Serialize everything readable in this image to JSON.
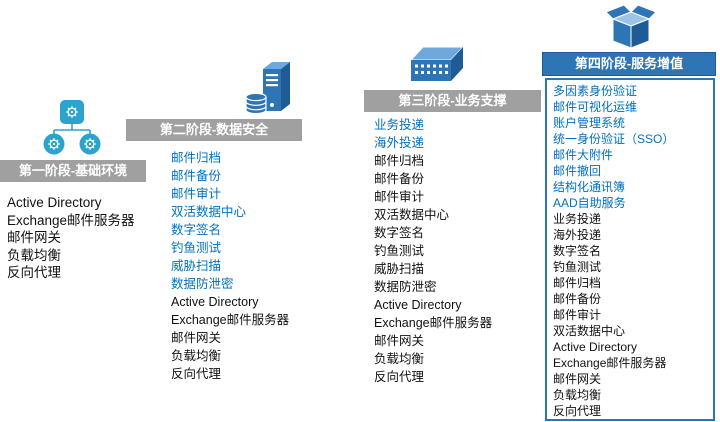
{
  "colors": {
    "accent_text": "#0070C0",
    "body_text": "#111111",
    "header_gray": "#A0A0A0",
    "header_blue": "#2E75B6",
    "icon_blue": "#2E75B6",
    "icon_teal": "#2BA3CC"
  },
  "phases": [
    {
      "title": "第一阶段-基础环境",
      "icon": "gear-network-icon",
      "items": [
        {
          "text": "Active Directory",
          "accent": false
        },
        {
          "text": "Exchange邮件服务器",
          "accent": false
        },
        {
          "text": "邮件网关",
          "accent": false
        },
        {
          "text": "负载均衡",
          "accent": false
        },
        {
          "text": "反向代理",
          "accent": false
        }
      ]
    },
    {
      "title": "第二阶段-数据安全",
      "icon": "server-database-icon",
      "items": [
        {
          "text": "邮件归档",
          "accent": true
        },
        {
          "text": "邮件备份",
          "accent": true
        },
        {
          "text": "邮件审计",
          "accent": true
        },
        {
          "text": "双活数据中心",
          "accent": true
        },
        {
          "text": "数字签名",
          "accent": true
        },
        {
          "text": "钓鱼测试",
          "accent": true
        },
        {
          "text": "威胁扫描",
          "accent": true
        },
        {
          "text": "数据防泄密",
          "accent": true
        },
        {
          "text": "Active Directory",
          "accent": false
        },
        {
          "text": "Exchange邮件服务器",
          "accent": false
        },
        {
          "text": "邮件网关",
          "accent": false
        },
        {
          "text": "负载均衡",
          "accent": false
        },
        {
          "text": "反向代理",
          "accent": false
        }
      ]
    },
    {
      "title": "第三阶段-业务支撑",
      "icon": "terminal-card-icon",
      "items": [
        {
          "text": "业务投递",
          "accent": true
        },
        {
          "text": "海外投递",
          "accent": true
        },
        {
          "text": "邮件归档",
          "accent": false
        },
        {
          "text": "邮件备份",
          "accent": false
        },
        {
          "text": "邮件审计",
          "accent": false
        },
        {
          "text": "双活数据中心",
          "accent": false
        },
        {
          "text": "数字签名",
          "accent": false
        },
        {
          "text": "钓鱼测试",
          "accent": false
        },
        {
          "text": "威胁扫描",
          "accent": false
        },
        {
          "text": "数据防泄密",
          "accent": false
        },
        {
          "text": "Active Directory",
          "accent": false
        },
        {
          "text": "Exchange邮件服务器",
          "accent": false
        },
        {
          "text": "邮件网关",
          "accent": false
        },
        {
          "text": "负载均衡",
          "accent": false
        },
        {
          "text": "反向代理",
          "accent": false
        }
      ]
    },
    {
      "title": "第四阶段-服务增值",
      "icon": "package-box-icon",
      "items": [
        {
          "text": "多因素身份验证",
          "accent": true
        },
        {
          "text": "邮件可视化运维",
          "accent": true
        },
        {
          "text": "账户管理系统",
          "accent": true
        },
        {
          "text": "统一身份验证（SSO）",
          "accent": true
        },
        {
          "text": "邮件大附件",
          "accent": true
        },
        {
          "text": "邮件撤回",
          "accent": true
        },
        {
          "text": "结构化通讯簿",
          "accent": true
        },
        {
          "text": "AAD自助服务",
          "accent": true
        },
        {
          "text": "业务投递",
          "accent": false
        },
        {
          "text": "海外投递",
          "accent": false
        },
        {
          "text": "数字签名",
          "accent": false
        },
        {
          "text": "钓鱼测试",
          "accent": false
        },
        {
          "text": "邮件归档",
          "accent": false
        },
        {
          "text": "邮件备份",
          "accent": false
        },
        {
          "text": "邮件审计",
          "accent": false
        },
        {
          "text": "双活数据中心",
          "accent": false
        },
        {
          "text": "Active Directory",
          "accent": false
        },
        {
          "text": "Exchange邮件服务器",
          "accent": false
        },
        {
          "text": "邮件网关",
          "accent": false
        },
        {
          "text": "负载均衡",
          "accent": false
        },
        {
          "text": "反向代理",
          "accent": false
        }
      ]
    }
  ]
}
